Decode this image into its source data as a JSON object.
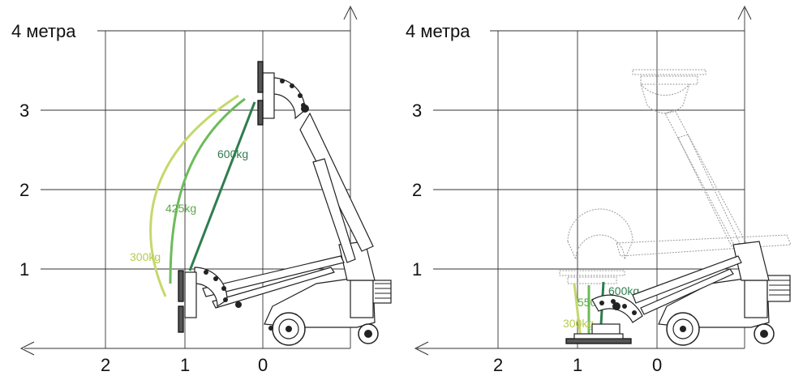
{
  "colors": {
    "light_green": "#c4d96b",
    "mid_green": "#6dbb5a",
    "dark_green": "#2f7d4f",
    "grid": "#333333"
  },
  "left_panel": {
    "top_label": "4 метра",
    "y_labels": [
      "3",
      "2",
      "1"
    ],
    "x_labels": [
      "2",
      "1",
      "0"
    ],
    "loads": [
      "300kg",
      "425kg",
      "600kg"
    ]
  },
  "right_panel": {
    "top_label": "4 метра",
    "y_labels": [
      "3",
      "2",
      "1"
    ],
    "x_labels": [
      "2",
      "1",
      "0"
    ],
    "loads": [
      "600kg",
      "550kg",
      "300kg"
    ]
  }
}
